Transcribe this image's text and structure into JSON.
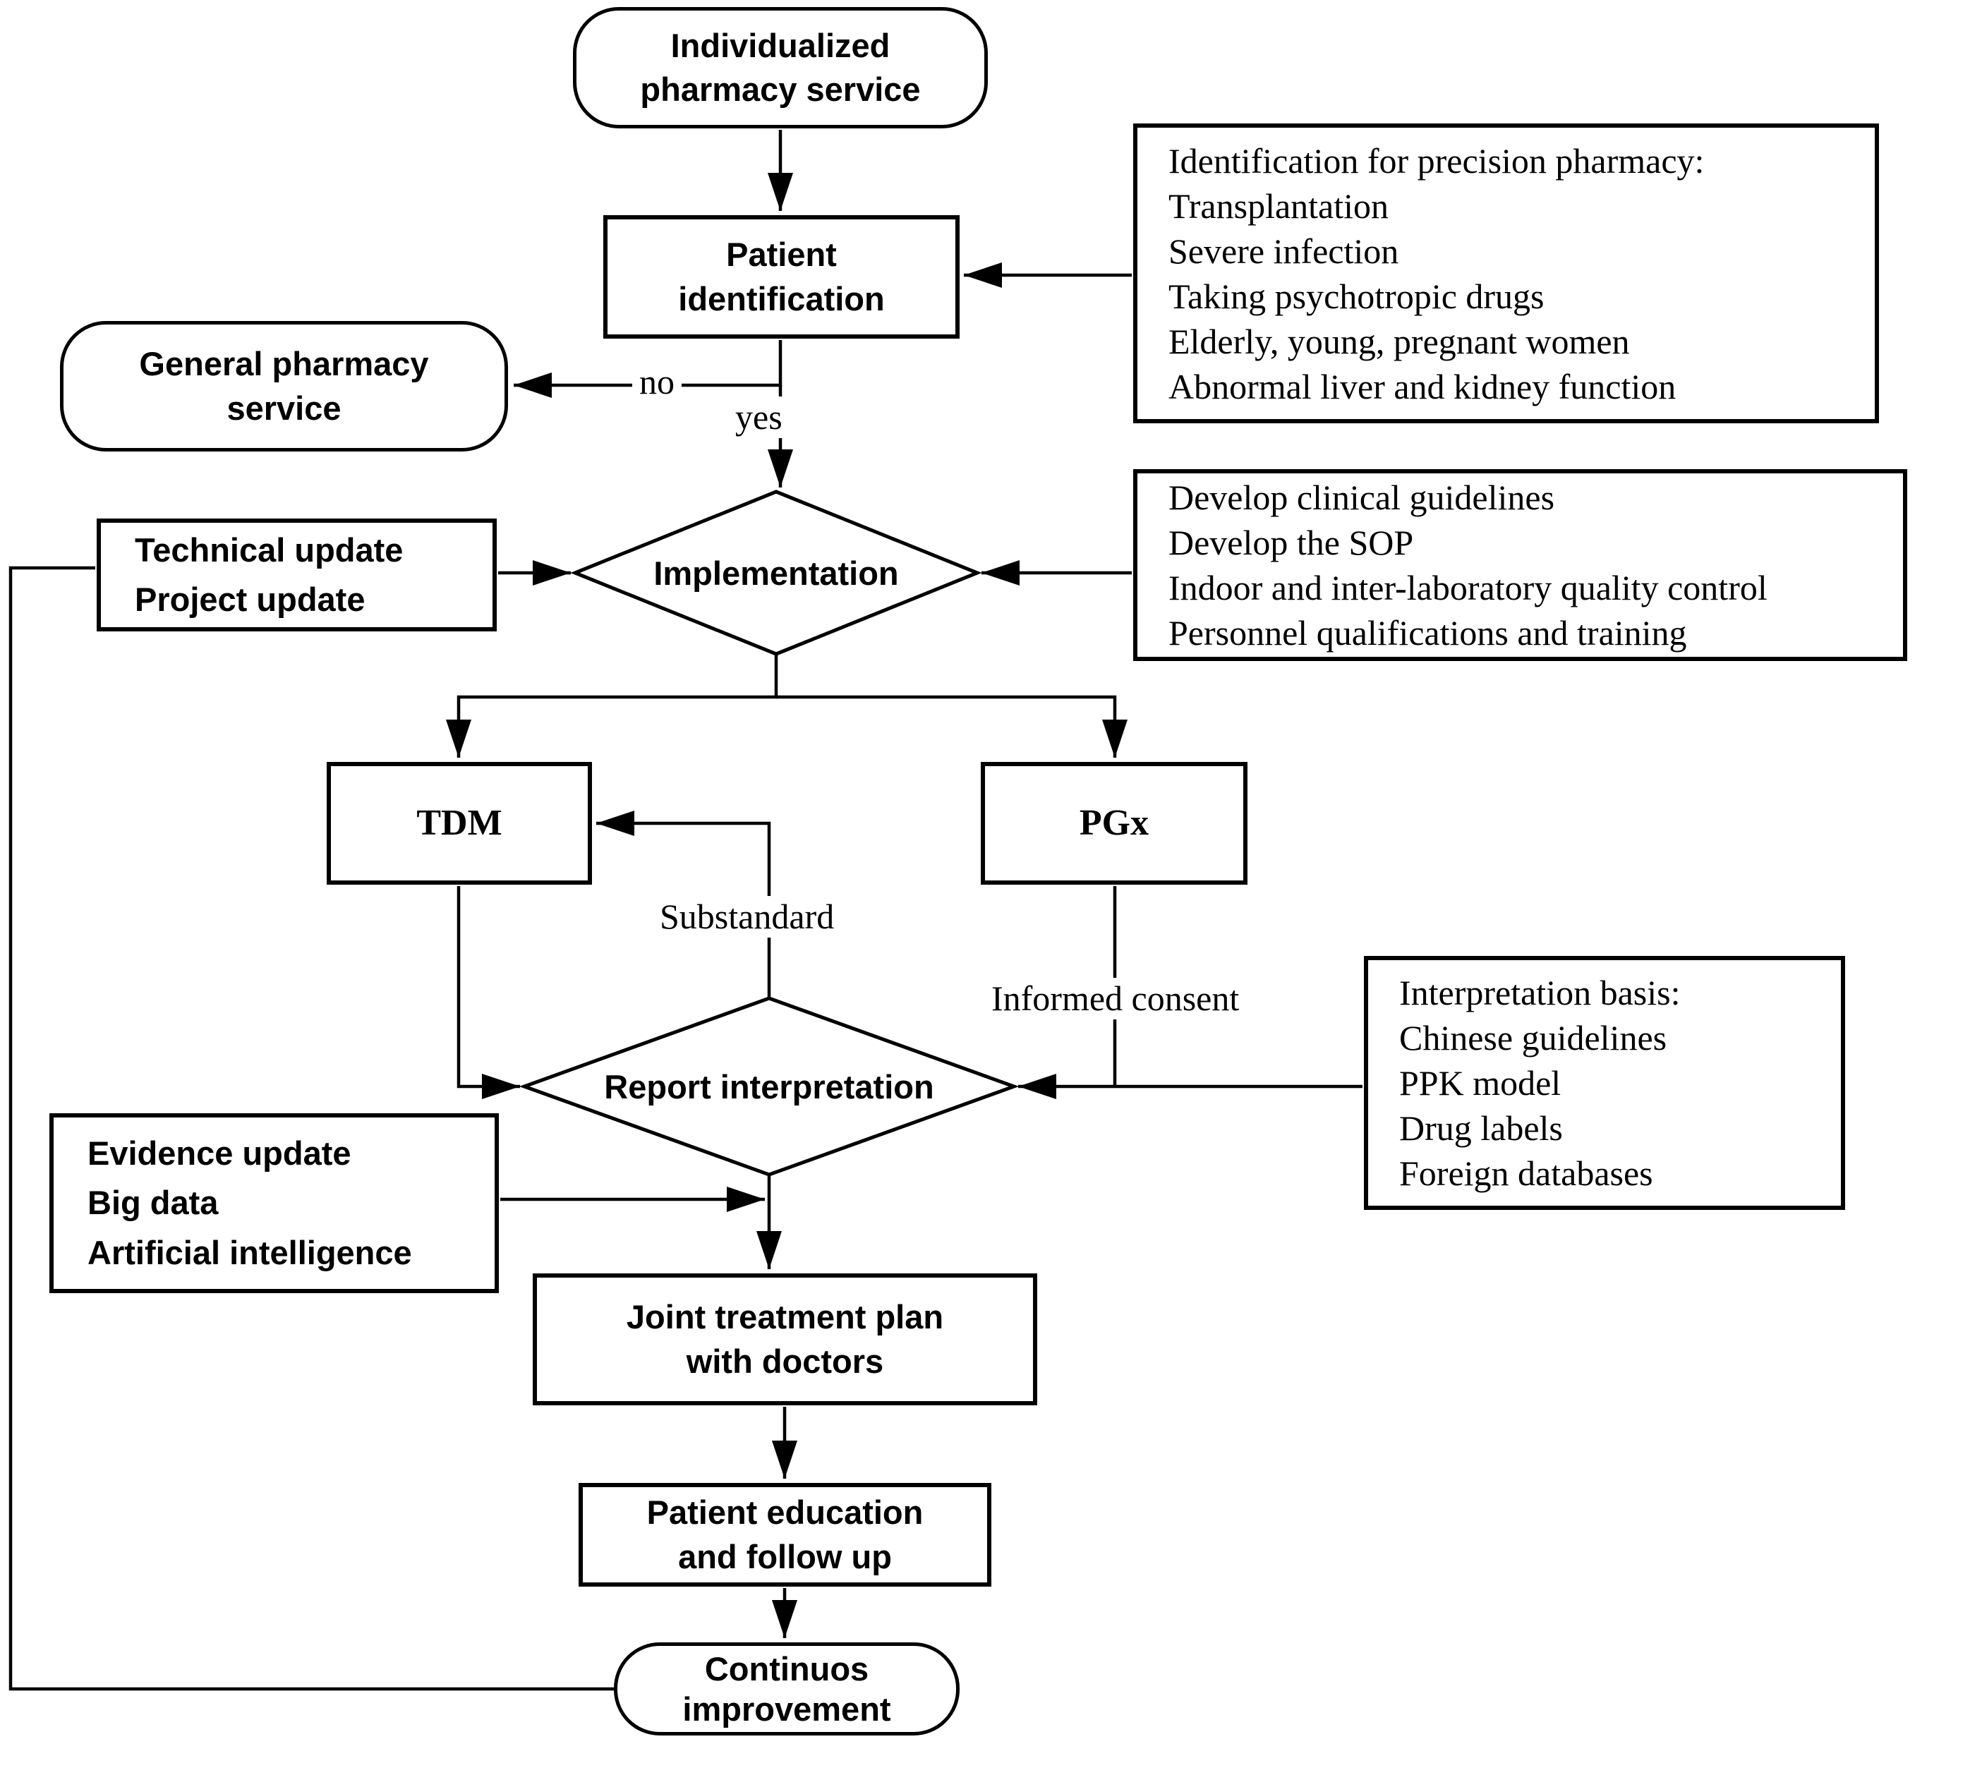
{
  "nodes": {
    "start": {
      "lines": [
        "Individualized",
        "pharmacy service"
      ]
    },
    "patient_identification": {
      "lines": [
        "Patient",
        "identification"
      ]
    },
    "general_pharmacy_service": {
      "lines": [
        "General pharmacy",
        "service"
      ]
    },
    "technical_update": {
      "lines": [
        "Technical update",
        "Project update"
      ]
    },
    "implementation": {
      "label": "Implementation"
    },
    "tdm": {
      "label": "TDM"
    },
    "pgx": {
      "label": "PGx"
    },
    "report_interpretation": {
      "label": "Report interpretation"
    },
    "evidence_update": {
      "lines": [
        "Evidence update",
        "Big data",
        "Artificial intelligence"
      ]
    },
    "joint_treatment_plan": {
      "lines": [
        "Joint treatment plan",
        "with doctors"
      ]
    },
    "patient_education": {
      "lines": [
        "Patient education",
        "and follow up"
      ]
    },
    "continuous_improvement": {
      "lines": [
        "Continuos",
        "improvement"
      ]
    }
  },
  "side_notes": {
    "identification_criteria": {
      "lines": [
        "Identification for precision pharmacy:",
        "Transplantation",
        "Severe infection",
        "Taking psychotropic drugs",
        "Elderly, young, pregnant women",
        "Abnormal liver and kidney function"
      ]
    },
    "implementation_tasks": {
      "lines": [
        "Develop clinical guidelines",
        "Develop the SOP",
        "Indoor and inter-laboratory quality control",
        "Personnel qualifications and training"
      ]
    },
    "interpretation_basis": {
      "lines": [
        "Interpretation basis:",
        "Chinese guidelines",
        "PPK model",
        "Drug labels",
        "Foreign databases"
      ]
    }
  },
  "edge_labels": {
    "no": "no",
    "yes": "yes",
    "substandard": "Substandard",
    "informed_consent": "Informed consent"
  },
  "colors": {
    "line": "#000000",
    "text": "#000000",
    "background": "#ffffff"
  }
}
